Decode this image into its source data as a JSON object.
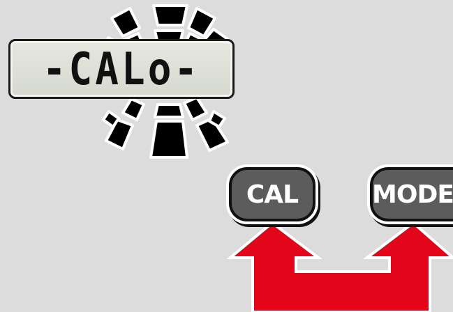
{
  "display": {
    "text": "-CALo-"
  },
  "buttons": {
    "cal_label": "CAL",
    "mode_label": "MODE"
  },
  "colors": {
    "background": "#dcdcdc",
    "lcd_background": "#e0e2da",
    "button_fill": "#5c5c5c",
    "arrow": "#e3061a"
  },
  "icons": {
    "blink": "blink-burst-icon",
    "arrow": "press-both-arrow-icon"
  }
}
